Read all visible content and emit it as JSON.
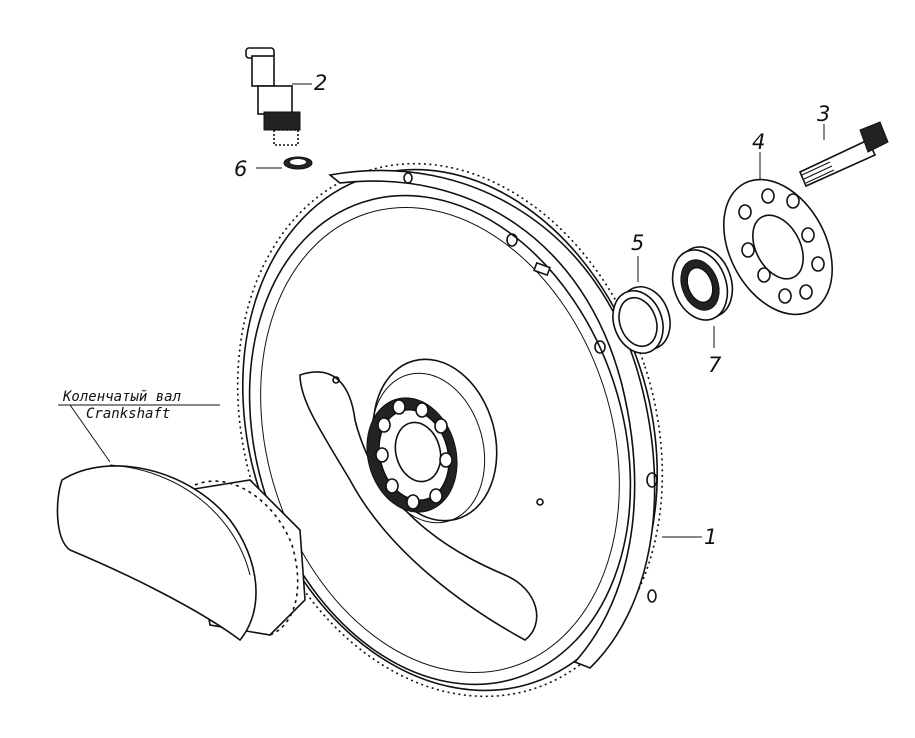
{
  "diagram": {
    "parts": [
      {
        "id": "1",
        "label": "1"
      },
      {
        "id": "2",
        "label": "2"
      },
      {
        "id": "3",
        "label": "3"
      },
      {
        "id": "4",
        "label": "4"
      },
      {
        "id": "5",
        "label": "5"
      },
      {
        "id": "6",
        "label": "6"
      },
      {
        "id": "7",
        "label": "7"
      }
    ],
    "caption": {
      "ru": "Коленчатый вал",
      "en": "Crankshaft"
    }
  }
}
